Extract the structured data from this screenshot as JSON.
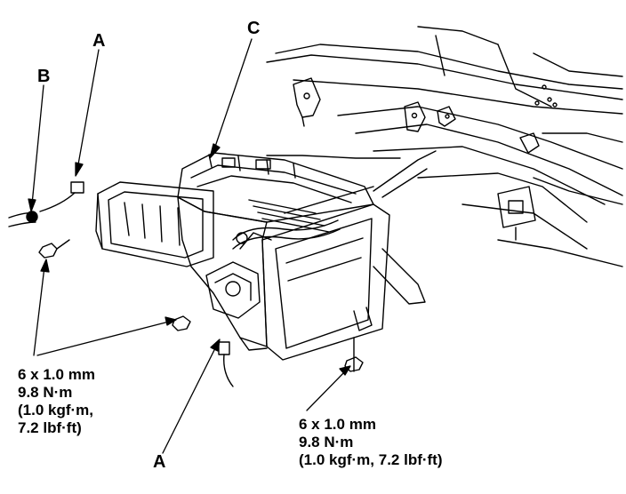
{
  "labels": {
    "a_top": "A",
    "b": "B",
    "c": "C",
    "a_bottom": "A"
  },
  "spec_left": {
    "line1": "6 x 1.0 mm",
    "line2": "9.8 N·m",
    "line3": "(1.0 kgf·m,",
    "line4": "7.2 lbf·ft)"
  },
  "spec_right": {
    "line1": "6 x 1.0 mm",
    "line2": "9.8 N·m",
    "line3": "(1.0 kgf·m, 7.2 lbf·ft)"
  },
  "colors": {
    "ink": "#000000",
    "paper": "#ffffff"
  }
}
